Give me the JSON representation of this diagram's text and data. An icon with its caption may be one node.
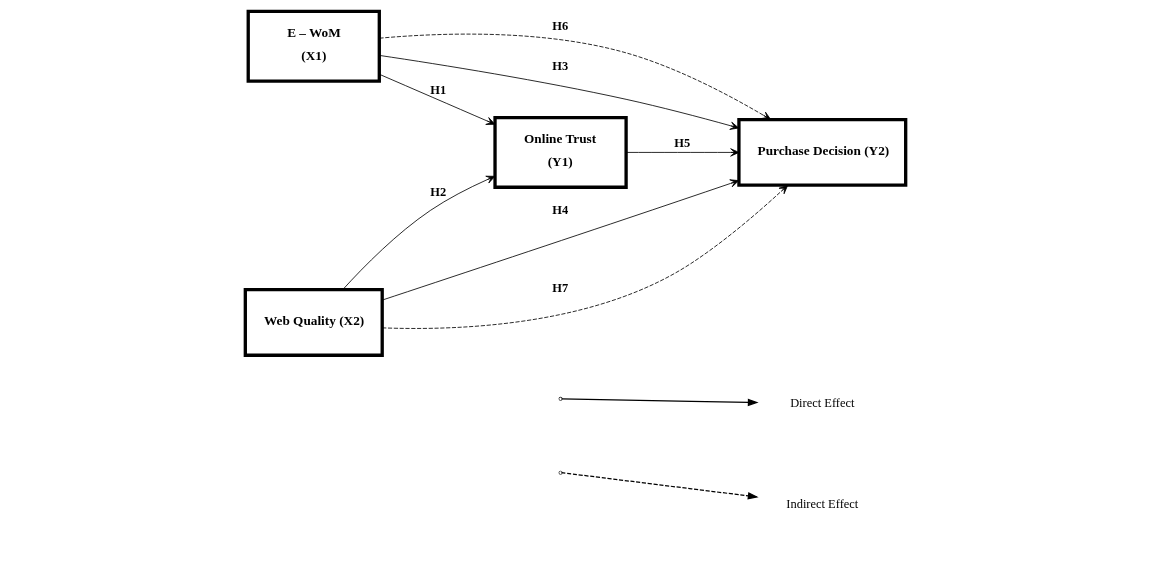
{
  "diagram": {
    "nodes": [
      {
        "text": [
          "E – WoM",
          "(X1)"
        ]
      },
      {
        "text": [
          "Web Quality (X2)"
        ]
      },
      {
        "text": [
          "Online Trust",
          "(Y1)"
        ]
      },
      {
        "text": [
          "Purchase Decision (Y2)"
        ]
      }
    ],
    "edges": [
      {
        "from": 0,
        "to": 3,
        "arrow": "to",
        "label": "H3"
      },
      {
        "from": 0,
        "to": 3,
        "arrow": "to",
        "label": "H6",
        "style": "dashed"
      },
      {
        "from": 0,
        "to": 2,
        "arrow": "to",
        "label": "H1"
      },
      {
        "from": 2,
        "to": 3,
        "arrow": "to",
        "label": "H5"
      },
      {
        "from": 1,
        "to": 2,
        "arrow": "to",
        "label": "H2"
      },
      {
        "from": 1,
        "to": 3,
        "arrow": "to",
        "label": "H7",
        "style": "dashed"
      },
      {
        "from": 1,
        "to": 3,
        "arrow": "to",
        "label": "H4"
      }
    ],
    "legend": [
      {
        "text": "Direct Effect"
      },
      {
        "text": "Indirect Effect"
      }
    ]
  }
}
